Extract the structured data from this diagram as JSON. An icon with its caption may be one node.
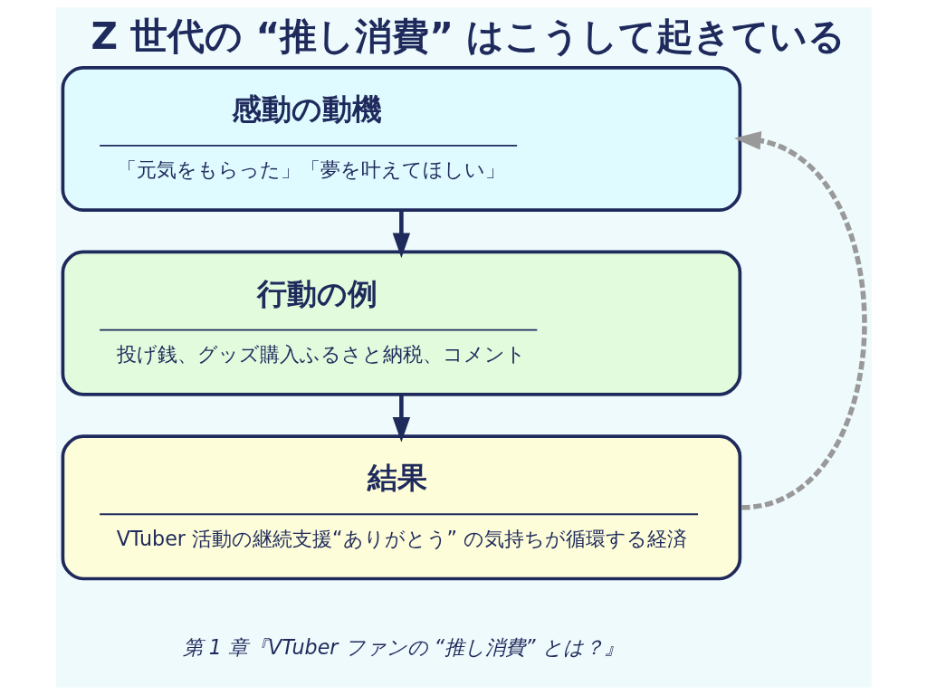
{
  "diagram": {
    "title": "Z 世代の “推し消費” はこうして起きている",
    "caption": "第 1 章『VTuber ファンの “推し消費” とは？』",
    "nodes": [
      {
        "text": [
          "感動の動機",
          "「元気をもらった」「夢を叶えてほしい」"
        ]
      },
      {
        "text": [
          "行動の例",
          "投げ銭、グッズ購入ふるさと納税、コメント"
        ]
      },
      {
        "text": [
          "結果",
          "VTuber 活動の継続支援“ありがとう” の気持ちが循環する経済"
        ]
      }
    ],
    "edges": [
      {
        "from": 0,
        "to": 1,
        "arrow": "to"
      },
      {
        "from": 1,
        "to": 2,
        "arrow": "to"
      },
      {
        "from": 2,
        "to": 0,
        "arrow": "to",
        "style": "dashed",
        "color": "#999999"
      }
    ]
  }
}
